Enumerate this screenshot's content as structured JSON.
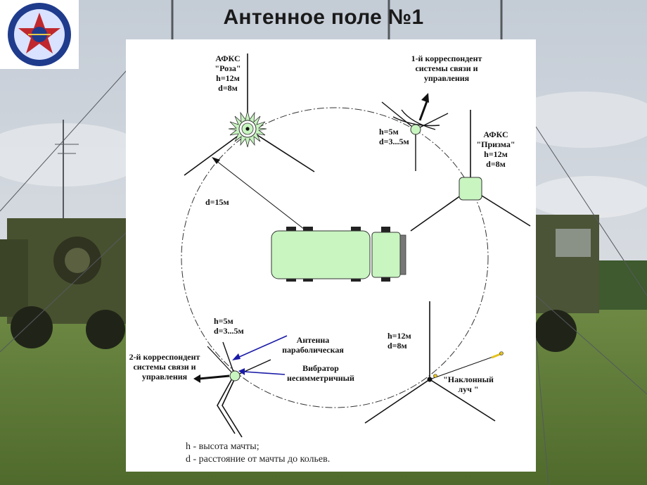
{
  "title": "Антенное поле №1",
  "logo": {
    "name": "emblem"
  },
  "diagram": {
    "afks_roza": {
      "name": "АФКС",
      "model": "\"Роза\"",
      "h": "h=12м",
      "d": "d=8м"
    },
    "correspondent1": {
      "line1": "1-й корреспондент",
      "line2": "системы связи и",
      "line3": "управления"
    },
    "mast1": {
      "h": "h=5м",
      "d": "d=3...5м"
    },
    "afks_prizma": {
      "name": "АФКС",
      "model": "\"Призма\"",
      "h": "h=12м",
      "d": "d=8м"
    },
    "radius": "d=15м",
    "mast2": {
      "h": "h=5м",
      "d": "d=3...5м"
    },
    "parabolic": {
      "line1": "Антенна",
      "line2": "параболическая"
    },
    "vibrator": {
      "line1": "Вибратор",
      "line2": "несимметричный"
    },
    "correspondent2": {
      "line1": "2-й корреспондент",
      "line2": "системы связи и",
      "line3": "управления"
    },
    "inclined": {
      "h": "h=12м",
      "d": "d=8м",
      "line1": "\"Наклонный",
      "line2": "луч \""
    },
    "legend": {
      "line1": "h - высота мачты;",
      "line2": "d - расстояние от мачты до кольев."
    }
  },
  "colors": {
    "equipment_fill": "#c8f5c0",
    "arrow_blue": "#1a1aa8",
    "outline": "#333333"
  }
}
